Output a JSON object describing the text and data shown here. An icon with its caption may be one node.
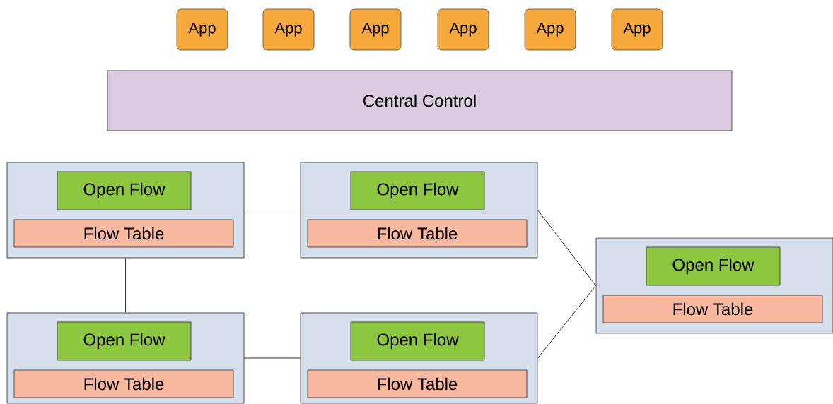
{
  "diagram": {
    "nodes": [
      {
        "text": [
          "App"
        ]
      },
      {
        "text": [
          "App"
        ]
      },
      {
        "text": [
          "App"
        ]
      },
      {
        "text": [
          "App"
        ]
      },
      {
        "text": [
          "App"
        ]
      },
      {
        "text": [
          "App"
        ]
      },
      {
        "text": [
          "Central Control"
        ]
      },
      {
        "text": [],
        "shape": "box"
      },
      {
        "text": [
          "Open Flow"
        ],
        "in": 7
      },
      {
        "text": [
          "Flow Table"
        ],
        "in": 7
      },
      {
        "text": [],
        "shape": "box"
      },
      {
        "text": [
          "Open Flow"
        ],
        "in": 10
      },
      {
        "text": [
          "Flow Table"
        ],
        "in": 10
      },
      {
        "text": [],
        "shape": "box"
      },
      {
        "text": [
          "Open Flow"
        ],
        "in": 13
      },
      {
        "text": [
          "Flow Table"
        ],
        "in": 13
      },
      {
        "text": [],
        "shape": "box"
      },
      {
        "text": [
          "Open Flow"
        ],
        "in": 16
      },
      {
        "text": [
          "Flow Table"
        ],
        "in": 16
      },
      {
        "text": [],
        "shape": "box"
      },
      {
        "text": [
          "Open Flow"
        ],
        "in": 19
      },
      {
        "text": [
          "Flow Table"
        ],
        "in": 19
      }
    ],
    "edges": [
      {
        "from": 7,
        "to": 10,
        "arrow": "none"
      },
      {
        "from": 7,
        "to": 16,
        "arrow": "none"
      },
      {
        "from": 10,
        "to": 13,
        "arrow": "none"
      },
      {
        "from": 16,
        "to": 19,
        "arrow": "none"
      },
      {
        "from": 19,
        "to": 13,
        "arrow": "none"
      }
    ]
  }
}
